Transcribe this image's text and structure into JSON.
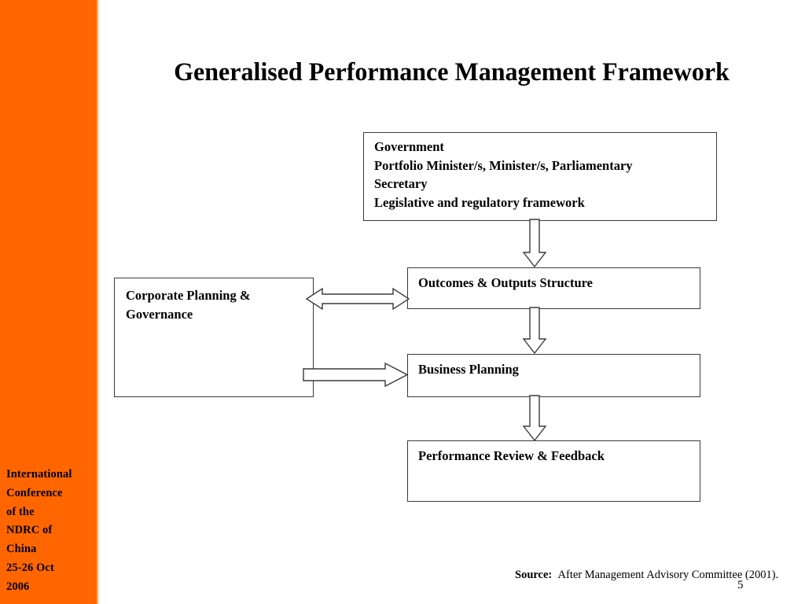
{
  "slide": {
    "title": "Generalised Performance Management Framework",
    "accent_color": "#FF6600",
    "page_number": "5"
  },
  "sidebar": {
    "conference_lines": [
      "International",
      "Conference",
      "of  the",
      "NDRC of",
      "China",
      "25-26 Oct",
      "2006"
    ]
  },
  "diagram": {
    "boxes": {
      "government": {
        "lines": [
          "Government",
          "Portfolio Minister/s, Minister/s, Parliamentary",
          "Secretary",
          "Legislative and regulatory framework"
        ]
      },
      "outcomes": {
        "lines": [
          "Outcomes & Outputs Structure"
        ]
      },
      "business": {
        "lines": [
          "Business Planning"
        ]
      },
      "performance": {
        "lines": [
          "Performance Review & Feedback"
        ]
      },
      "corporate": {
        "lines": [
          "Corporate Planning &",
          "Governance"
        ]
      }
    },
    "connectors": [
      {
        "name": "government-to-outcomes",
        "type": "arrow-down"
      },
      {
        "name": "outcomes-to-business",
        "type": "arrow-down"
      },
      {
        "name": "business-to-performance",
        "type": "arrow-down"
      },
      {
        "name": "corporate-to-outcomes",
        "type": "arrow-double-horizontal"
      },
      {
        "name": "corporate-to-business",
        "type": "arrow-right"
      }
    ]
  },
  "footer": {
    "source_label": "Source:",
    "source_text": "After Management Advisory Committee (2001)."
  }
}
